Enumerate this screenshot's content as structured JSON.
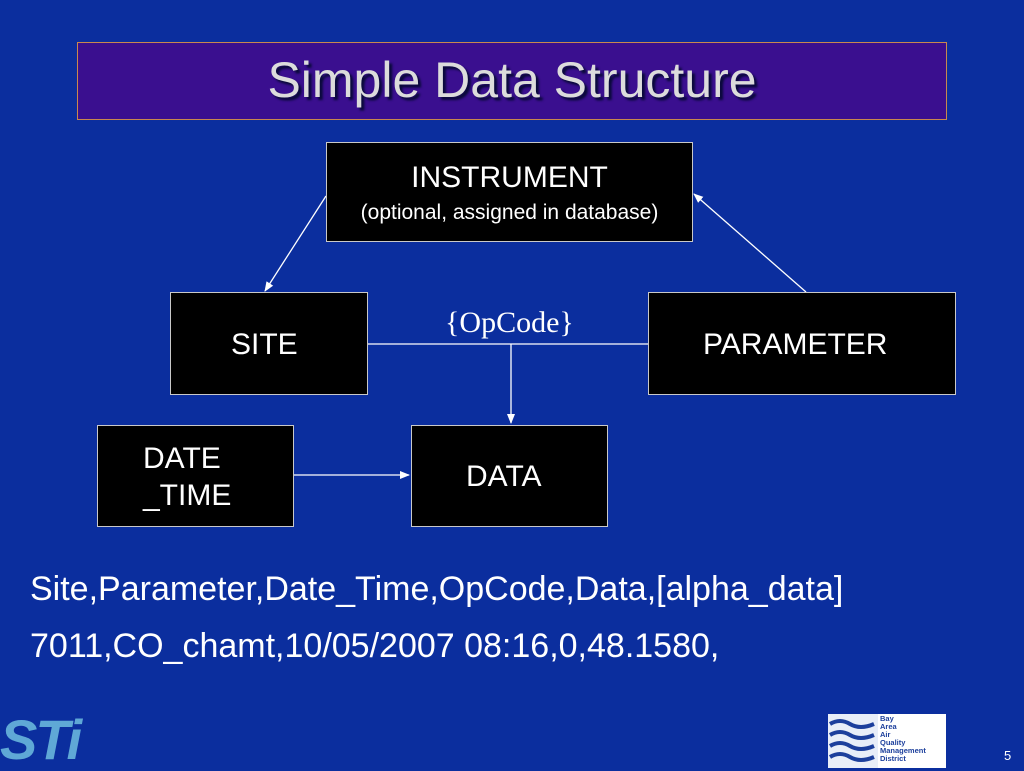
{
  "slide": {
    "title": "Simple Data Structure",
    "page_number": "5"
  },
  "diagram": {
    "nodes": {
      "instrument": {
        "label": "INSTRUMENT",
        "note": "(optional, assigned in database)"
      },
      "site": {
        "label": "SITE"
      },
      "parameter": {
        "label": "PARAMETER"
      },
      "date_time": {
        "label_line1": "DATE",
        "label_line2": "_TIME"
      },
      "data": {
        "label": "DATA"
      }
    },
    "opcode_label": "{OpCode}"
  },
  "record_format": {
    "header": "Site,Parameter,Date_Time,OpCode,Data,[alpha_data]",
    "example": "7011,CO_chamt,10/05/2007 08:16,0,48.1580,"
  },
  "logos": {
    "left": "STi",
    "right_lines": [
      "Bay",
      "Area",
      "Air",
      "Quality",
      "Management",
      "District"
    ]
  },
  "colors": {
    "background": "#0b2e9e",
    "title_box": "#3a0f8f",
    "node_fill": "#000000",
    "sti_logo": "#5fa8d6"
  }
}
